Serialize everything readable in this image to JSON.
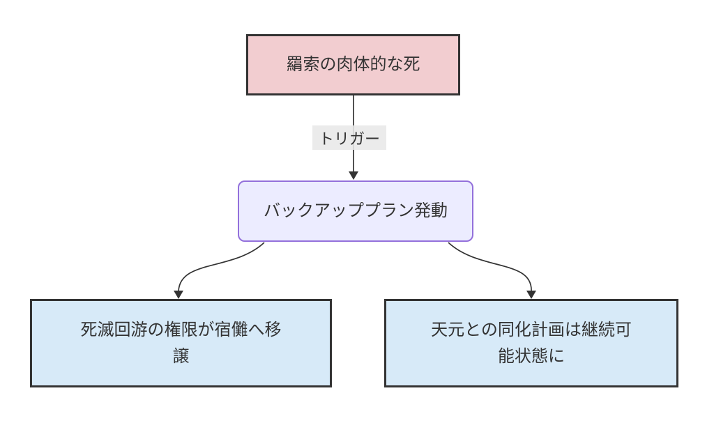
{
  "diagram": {
    "type": "flowchart",
    "direction": "top-down",
    "nodes": {
      "kenjaku_death": {
        "text": "羂索の肉体的な死",
        "lines": [
          "羂索の肉体的な死"
        ],
        "fill": "#f2cdd0",
        "border": "#333333",
        "shape": "rectangle"
      },
      "backup_plan": {
        "text": "バックアッププラン発動",
        "lines": [
          "バックアッププラン発動"
        ],
        "fill": "#ececff",
        "border": "#9370db",
        "shape": "rounded-rectangle"
      },
      "culling_game_transfer": {
        "text": "死滅回游の権限が宿儺へ移譲",
        "lines": [
          "死滅回游の権限が宿儺へ移",
          "譲"
        ],
        "fill": "#d7eaf8",
        "border": "#333333",
        "shape": "rectangle"
      },
      "tengen_assimilation": {
        "text": "天元との同化計画は継続可能状態に",
        "lines": [
          "天元との同化計画は継続可",
          "能状態に"
        ],
        "fill": "#d7eaf8",
        "border": "#333333",
        "shape": "rectangle"
      }
    },
    "edges": [
      {
        "from": "kenjaku_death",
        "to": "backup_plan",
        "label": "トリガー"
      },
      {
        "from": "backup_plan",
        "to": "culling_game_transfer",
        "label": ""
      },
      {
        "from": "backup_plan",
        "to": "tengen_assimilation",
        "label": ""
      }
    ],
    "colors": {
      "background": "#ffffff",
      "text": "#333333",
      "edge_line": "#333333",
      "edge_label_bg": "#e8e8e8",
      "pink_fill": "#f2cdd0",
      "pink_border": "#333333",
      "purple_fill": "#ececff",
      "purple_border": "#9370db",
      "blue_fill": "#d7eaf8",
      "blue_border": "#333333"
    }
  }
}
